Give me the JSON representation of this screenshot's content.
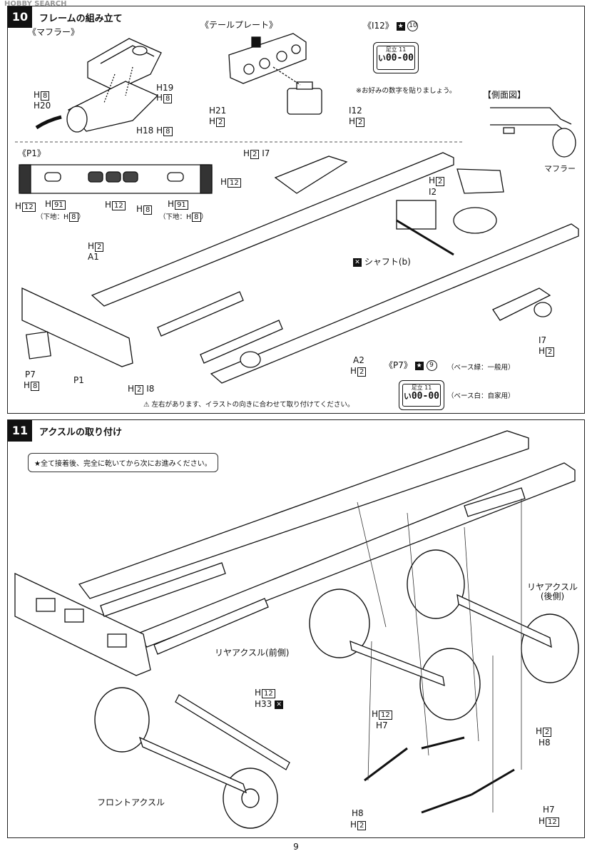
{
  "watermark": "HOBBY SEARCH",
  "page_number": "9",
  "step10": {
    "number": "10",
    "title": "フレームの組み立て",
    "muffler": {
      "heading": "《マフラー》",
      "h19": "H19",
      "h19_sub": "H",
      "h19_box": "8",
      "h20_top": "H",
      "h20_top_box": "8",
      "h20": "H20",
      "h18": "H18",
      "h18_sub": "H",
      "h18_box": "8"
    },
    "tail_plate": {
      "heading": "《テールプレート》",
      "h21": "H21",
      "h21_sub": "H",
      "h21_box": "2",
      "i12": "I12",
      "i12_sub": "H",
      "i12_box": "2"
    },
    "i12_plate": {
      "heading": "《I12》",
      "star_num": "10",
      "plate_top": "足立 11",
      "plate_prefix": "い",
      "plate_num": "00-00",
      "note": "※お好みの数字を貼りましょう。"
    },
    "side_view": {
      "heading": "【側面図】",
      "label": "マフラー"
    },
    "p1_group": {
      "heading": "《P1》",
      "left_h12": "H",
      "left_h12_box": "12",
      "h91_left": "H",
      "h91_left_box": "91",
      "h91_left_note": "（下地：H",
      "h91_left_note_box": "8",
      "h12_mid": "H",
      "h12_mid_box": "12",
      "h8_mid": "H",
      "h8_mid_box": "8",
      "h91_right": "H",
      "h91_right_box": "91",
      "h91_right_note": "（下地：H",
      "h91_right_note_box": "8",
      "right_h12": "H",
      "right_h12_box": "12"
    },
    "frame": {
      "h2_i7_top": "H",
      "h2_i7_top_box": "2",
      "i7_top": "I7",
      "h2_right": "H",
      "h2_right_box": "2",
      "i2": "I2",
      "a1_h": "H",
      "a1_h_box": "2",
      "a1": "A1",
      "shaft": "シャフト(b)",
      "i7_right": "I7",
      "i7_right_h": "H",
      "i7_right_box": "2",
      "a2": "A2",
      "a2_h": "H",
      "a2_h_box": "2",
      "p7": "P7",
      "p7_h": "H",
      "p7_box": "8",
      "p1": "P1",
      "i8_h": "H",
      "i8_box": "2",
      "i8": "I8",
      "note": "左右があります、イラストの向きに合わせて取り付けてください。"
    },
    "p7_plate": {
      "heading": "《P7》",
      "star_num": "9",
      "plate_top": "足立 11",
      "plate_prefix": "い",
      "plate_num": "00-00",
      "note_green": "（ベース緑：一般用）",
      "note_white": "（ベース白：自家用）"
    }
  },
  "step11": {
    "number": "11",
    "title": "アクスルの取り付け",
    "note": "★全て接着後、完全に乾いてから次にお進みください。",
    "rear_axle_rear": "リヤアクスル\n(後側)",
    "rear_axle_front": "リヤアクスル(前側)",
    "front_axle": "フロントアクスル",
    "h33_top": "H",
    "h33_top_box": "12",
    "h33": "H33",
    "h12_left": "H",
    "h12_left_box": "12",
    "h7_left": "H7",
    "h2_right": "H",
    "h2_right_box": "2",
    "h8_right": "H8",
    "h8_bottom": "H8",
    "h2_bottom": "H",
    "h2_bottom_box": "2",
    "h7_bottom": "H7",
    "h12_bottom": "H",
    "h12_bottom_box": "12"
  }
}
